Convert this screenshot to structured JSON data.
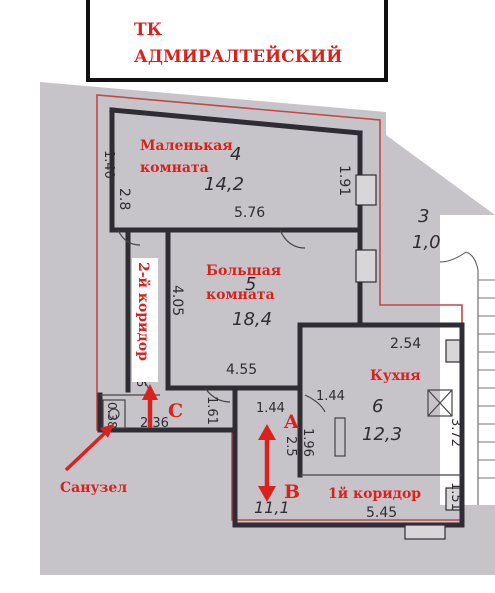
{
  "header": {
    "title_line1": "ТК",
    "title_line2": "АДМИРАЛТЕЙСКИЙ"
  },
  "rooms": {
    "small": {
      "label_line1": "Маленькая",
      "label_line2": "комната",
      "number": "4",
      "area": "14,2"
    },
    "big": {
      "label_line1": "Большая",
      "label_line2": "комната",
      "number": "5",
      "area": "18,4"
    },
    "kitchen": {
      "label": "Кухня",
      "number": "6",
      "area": "12,3"
    },
    "room3": {
      "number": "3",
      "area": "1,0"
    },
    "corridor1": {
      "label": "1й коридор",
      "area": "11,1"
    },
    "corridor2": {
      "label": "2-й коридор"
    },
    "bathroom": {
      "label": "Санузел"
    }
  },
  "markers": {
    "a": "A",
    "b": "B",
    "c": "C"
  },
  "dimensions": {
    "d_576": "5.76",
    "d_191": "1.91",
    "d_405": "4.05",
    "d_455": "4.55",
    "d_144": "1.44",
    "d_254": "2.54",
    "d_372": "3.72",
    "d_196": "1.96",
    "d_151": "1.51",
    "d_545": "5.45",
    "d_236": "2.36",
    "d_161": "1.61",
    "d_140": "1.40",
    "d_038": "0.38",
    "d_28": "2.8",
    "d_25": "2.5",
    "d_05": "05"
  },
  "colors": {
    "accent": "#d9221e",
    "ink": "#2f2d33",
    "paper": "#c9c6cb"
  }
}
